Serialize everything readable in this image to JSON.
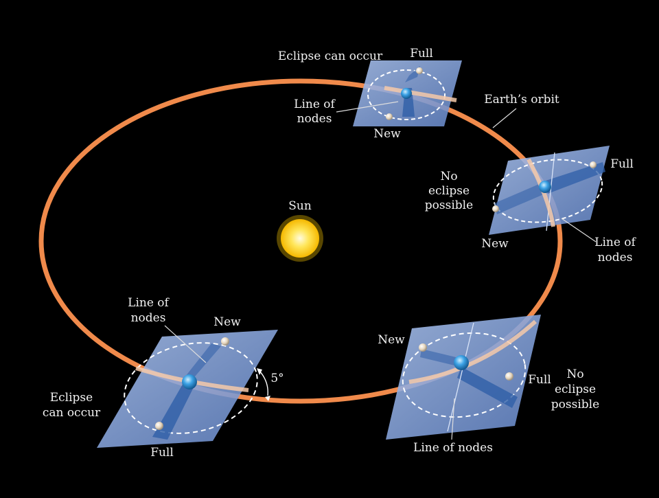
{
  "colors": {
    "background": "#000000",
    "orbit": "#f08a4b",
    "plane": "#7f9fd8",
    "sun": "#ffd21f",
    "earth": "#3d9fe0",
    "moon": "#e8d8c0",
    "label": "#f2f2f2"
  },
  "sun": {
    "label": "Sun"
  },
  "orbit": {
    "label": "Earth’s orbit"
  },
  "planes": {
    "top": {
      "status": "Eclipse can occur",
      "full": "Full",
      "new": "New",
      "nodes1": "Line of",
      "nodes2": "nodes"
    },
    "right": {
      "status1": "No",
      "status2": "eclipse",
      "status3": "possible",
      "full": "Full",
      "new": "New",
      "nodes1": "Line of",
      "nodes2": "nodes"
    },
    "bottom_left": {
      "status1": "Eclipse",
      "status2": "can occur",
      "full": "Full",
      "new": "New",
      "nodes1": "Line of",
      "nodes2": "nodes",
      "angle": "5°"
    },
    "bottom_right": {
      "status1": "No",
      "status2": "eclipse",
      "status3": "possible",
      "full": "Full",
      "new": "New",
      "nodes": "Line of nodes"
    }
  }
}
